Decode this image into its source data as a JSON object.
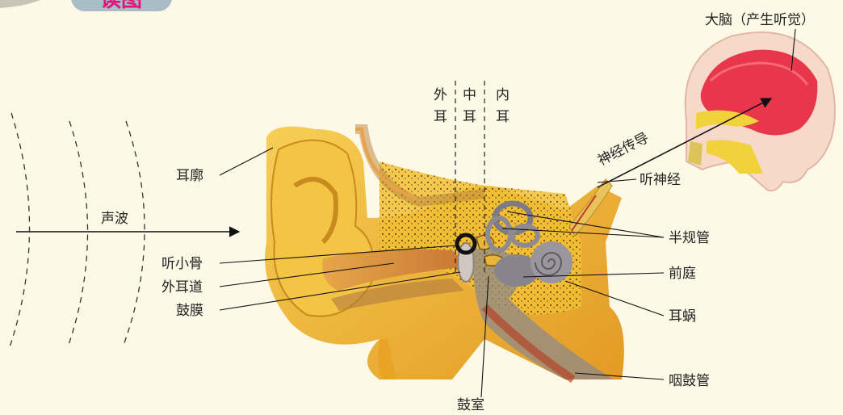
{
  "corner_tab": {
    "text": "读图"
  },
  "regions": {
    "outer": [
      "外",
      "耳"
    ],
    "middle": [
      "中",
      "耳"
    ],
    "inner": [
      "内",
      "耳"
    ]
  },
  "labels": {
    "pinna": "耳廓",
    "sound_wave": "声波",
    "ossicles": "听小骨",
    "ear_canal": "外耳道",
    "eardrum": "鼓膜",
    "tympanic_cavity": "鼓室",
    "semicircular_canals": "半规管",
    "vestibule": "前庭",
    "cochlea": "耳蜗",
    "eustachian_tube": "咽鼓管",
    "auditory_nerve": "听神经",
    "nerve_conduction": "神经传导",
    "brain": "大脑（产生听觉）"
  },
  "colors": {
    "background": "#fdf9e6",
    "ear_yellow": "#f0b92a",
    "ear_orange": "#d9891c",
    "brain_red": "#e8364b",
    "tab_pink": "#e0157a"
  }
}
